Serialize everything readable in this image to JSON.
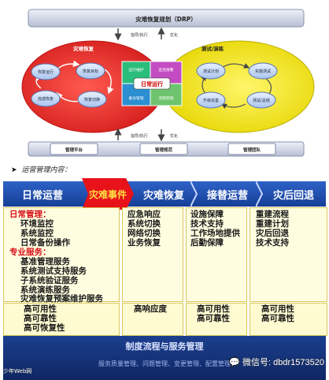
{
  "top": {
    "drp_title": "灾难恢复规划（DRP）",
    "left_ellipse_title": "灾难恢复",
    "right_ellipse_title": "测试/演练",
    "left_nodes": [
      "恢复运行",
      "恢复目标",
      "完成恢复",
      "恢复切换"
    ],
    "right_nodes": [
      "测试计划",
      "实施测试",
      "升级完善",
      "测试/总结"
    ],
    "center_label": "日常运行",
    "center_pieces": [
      "运行维护",
      "监控报警",
      "备份管理",
      "流程管理"
    ],
    "arrow_labels": [
      "指导/执行",
      "优化",
      "指导/执行",
      "优化"
    ],
    "bottom_boxes": [
      "管理平台",
      "管理规范",
      "管理团队"
    ]
  },
  "bullet": "运营管理内容：",
  "phases": [
    "日常运营",
    "灾难事件",
    "灾难恢复",
    "接替运营",
    "灾后回退"
  ],
  "columns": {
    "daily": {
      "heading1": "日常管理：",
      "items1": [
        "环境监控",
        "系统监控",
        "日常备份操作"
      ],
      "heading2": "专业服务：",
      "items2": [
        "基准管理服务",
        "系统测试支持服务",
        "子系统验证服务",
        "系统演练服务",
        "灾难恢复预案维护服务"
      ]
    },
    "recovery": [
      "应急响应",
      "系统切换",
      "网络切换",
      "业务恢复"
    ],
    "takeover": [
      "设施保障",
      "技术支持",
      "工作场地提供",
      "后勤保障"
    ],
    "rollback": [
      "重建流程",
      "重建计划",
      "灾后回退",
      "技术支持"
    ]
  },
  "lower": {
    "daily": [
      "高可用性",
      "高可靠性",
      "高可恢复性"
    ],
    "recovery": [
      "高响应度"
    ],
    "takeover": [
      "高可用性",
      "高可靠性"
    ],
    "rollback": [
      "高可用性",
      "高可靠性"
    ]
  },
  "footer": {
    "title": "制度流程与服务管理",
    "subtitle": "服务质量管理、问题管理、变更管理、配置管理"
  },
  "watermark": "微信号: dbdr1573520",
  "watermark_left": "少年Web网"
}
